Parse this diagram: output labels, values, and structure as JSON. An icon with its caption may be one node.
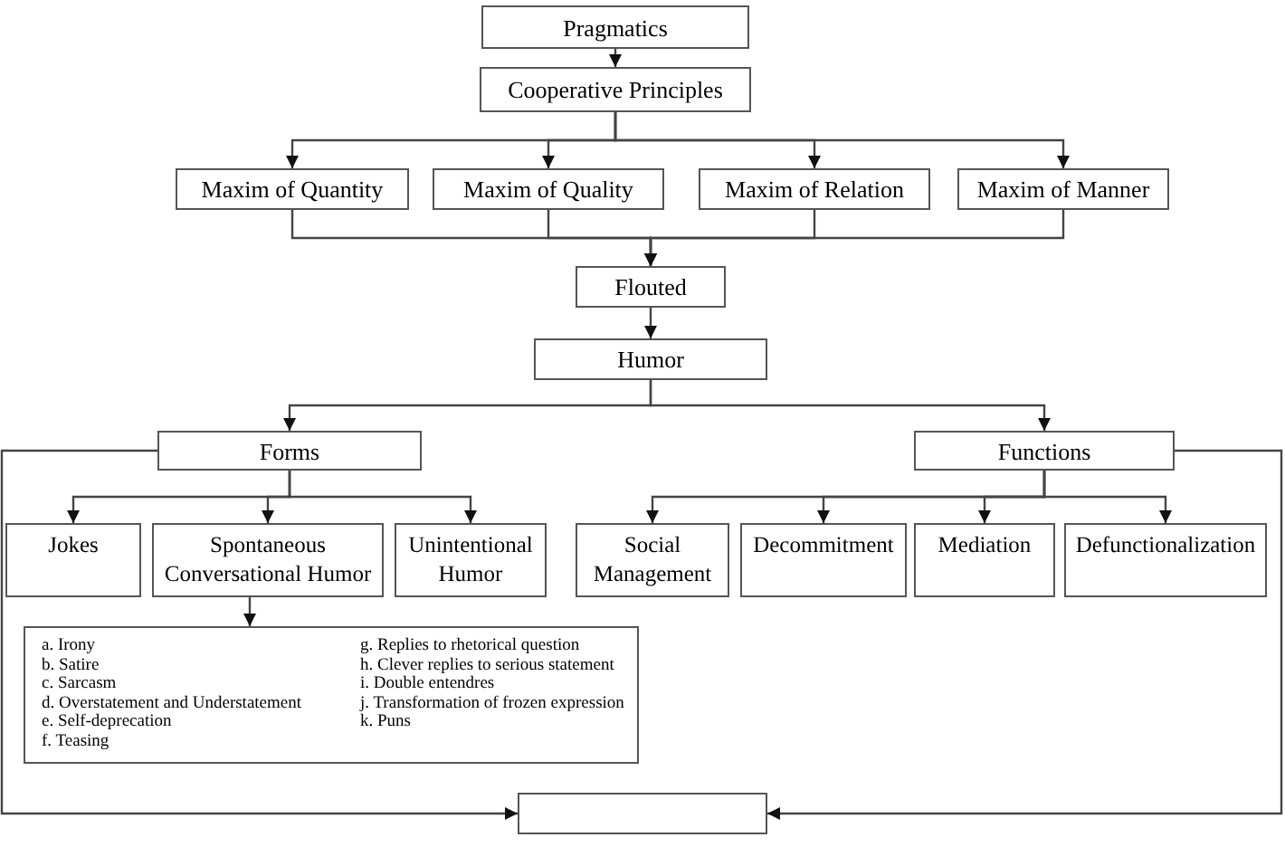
{
  "diagram": {
    "nodes": [
      {
        "text": [
          "Pragmatics"
        ]
      },
      {
        "text": [
          "Cooperative Principles"
        ]
      },
      {
        "text": [
          "Maxim of Quantity"
        ]
      },
      {
        "text": [
          "Maxim of Quality"
        ]
      },
      {
        "text": [
          "Maxim of Relation"
        ]
      },
      {
        "text": [
          "Maxim of Manner"
        ]
      },
      {
        "text": [
          "Flouted"
        ]
      },
      {
        "text": [
          "Humor"
        ]
      },
      {
        "text": [
          "Forms"
        ]
      },
      {
        "text": [
          "Functions"
        ]
      },
      {
        "text": [
          "Jokes"
        ]
      },
      {
        "text": [
          "Spontaneous Conversational Humor"
        ]
      },
      {
        "text": [
          "Unintentional Humor"
        ]
      },
      {
        "text": [
          "Social Management"
        ]
      },
      {
        "text": [
          "Decommitment"
        ]
      },
      {
        "text": [
          "Mediation"
        ]
      },
      {
        "text": [
          "Defunctionalization"
        ]
      },
      {
        "text": [
          "a. Irony",
          "b. Satire",
          "c. Sarcasm",
          "d. Overstatement and Understatement",
          "e. Self-deprecation",
          "f. Teasing",
          "g. Replies to rhetorical question",
          "h. Clever replies to serious statement",
          "i. Double entendres",
          "j. Transformation of frozen expression",
          "k. Puns"
        ]
      },
      {
        "text": [],
        "shape": "box"
      }
    ],
    "edges": [
      {
        "from": 0,
        "to": 1,
        "arrow": "to"
      },
      {
        "from": 1,
        "to": 2,
        "arrow": "to"
      },
      {
        "from": 1,
        "to": 3,
        "arrow": "to"
      },
      {
        "from": 1,
        "to": 4,
        "arrow": "to"
      },
      {
        "from": 1,
        "to": 5,
        "arrow": "to"
      },
      {
        "from": 2,
        "to": 6,
        "arrow": "to"
      },
      {
        "from": 3,
        "to": 6,
        "arrow": "to"
      },
      {
        "from": 4,
        "to": 6,
        "arrow": "to"
      },
      {
        "from": 5,
        "to": 6,
        "arrow": "to"
      },
      {
        "from": 6,
        "to": 7,
        "arrow": "to"
      },
      {
        "from": 7,
        "to": 8,
        "arrow": "to"
      },
      {
        "from": 7,
        "to": 9,
        "arrow": "to"
      },
      {
        "from": 8,
        "to": 10,
        "arrow": "to"
      },
      {
        "from": 8,
        "to": 11,
        "arrow": "to"
      },
      {
        "from": 8,
        "to": 12,
        "arrow": "to"
      },
      {
        "from": 9,
        "to": 13,
        "arrow": "to"
      },
      {
        "from": 9,
        "to": 14,
        "arrow": "to"
      },
      {
        "from": 9,
        "to": 15,
        "arrow": "to"
      },
      {
        "from": 9,
        "to": 16,
        "arrow": "to"
      },
      {
        "from": 11,
        "to": 17,
        "arrow": "to"
      },
      {
        "from": 8,
        "to": 18,
        "arrow": "to"
      },
      {
        "from": 9,
        "to": 18,
        "arrow": "to"
      }
    ]
  }
}
